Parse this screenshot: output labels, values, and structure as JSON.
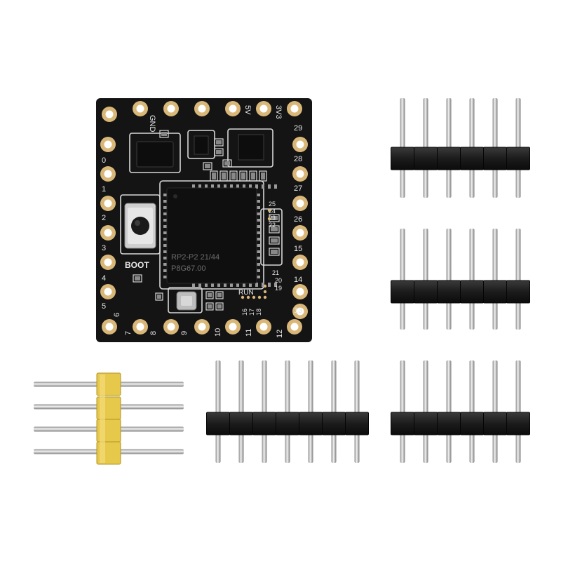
{
  "board": {
    "top_labels": [
      "GND",
      "5V",
      "3V3"
    ],
    "left_labels": [
      "0",
      "1",
      "2",
      "3",
      "4",
      "5"
    ],
    "right_labels": [
      "29",
      "28",
      "27",
      "26",
      "15",
      "14",
      "13"
    ],
    "bottom_labels": [
      "6",
      "7",
      "8",
      "9",
      "10",
      "11",
      "12"
    ],
    "inner_labels": [
      "25",
      "24",
      "23",
      "22",
      "21",
      "20",
      "19",
      "18",
      "17",
      "16"
    ],
    "boot_label": "BOOT",
    "run_label": "RUN",
    "chip_line1": "RP2-P2   21/44",
    "chip_line2": "P8G67.00"
  },
  "colors": {
    "pcb": "#141414",
    "pad_gold": "#d9b778",
    "header_black": "#1d1d1d",
    "pin_silver": "#c8c8c8",
    "right_angle_yellow": "#e6c84a"
  }
}
